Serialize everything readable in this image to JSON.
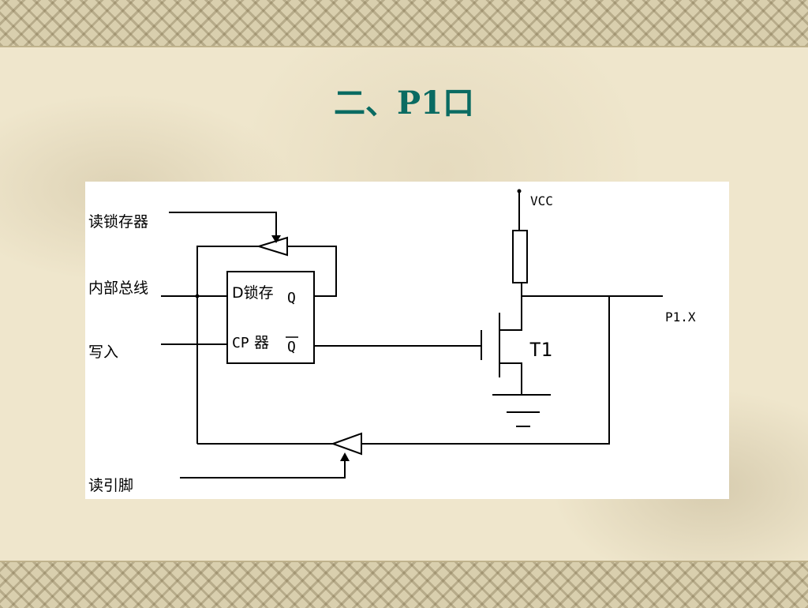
{
  "slide": {
    "title": "二、P1口"
  },
  "diagram": {
    "labels": {
      "read_latch": "读锁存器",
      "internal_bus": "内部总线",
      "write": "写入",
      "read_pin": "读引脚",
      "latch_top": "D锁存",
      "latch_bottom_cp": "CP",
      "latch_bottom_cn": "器",
      "q": "Q",
      "q_bar": "Q",
      "vcc": "VCC",
      "transistor": "T1",
      "port_pin": "P1.X"
    }
  },
  "colors": {
    "title": "#0a6b62",
    "background": "#efe6cc",
    "diagram_bg": "#ffffff"
  }
}
